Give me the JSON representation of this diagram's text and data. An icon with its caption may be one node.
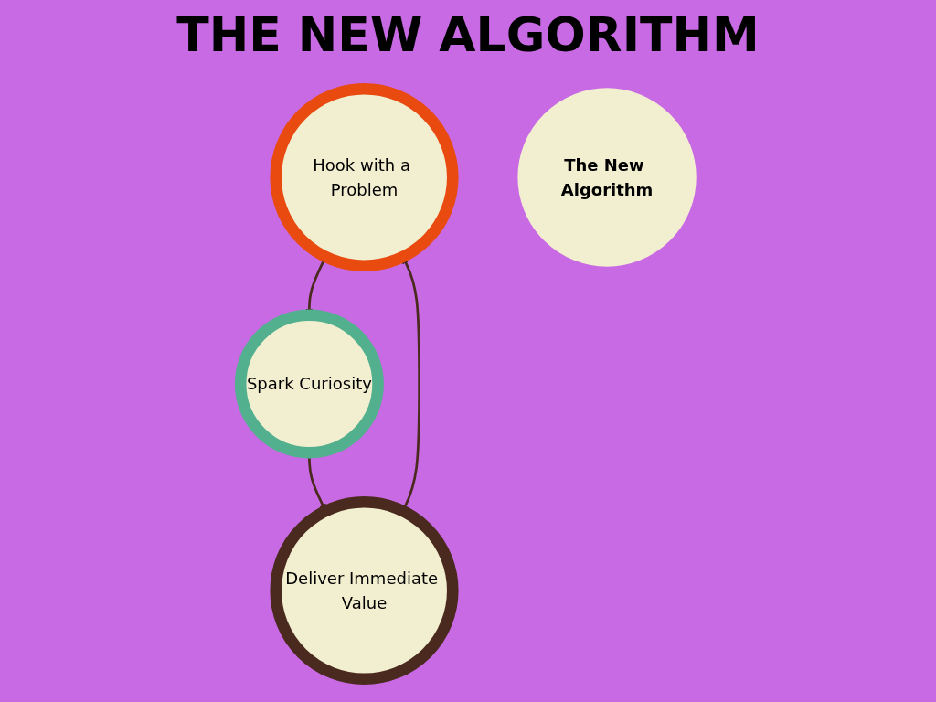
{
  "diagram": {
    "title": "THE NEW ALGORITHM",
    "nodes": [
      {
        "text": [
          "Hook with a Problem"
        ]
      },
      {
        "text": [
          "Spark Curiosity"
        ]
      },
      {
        "text": [
          "Deliver Immediate Value"
        ]
      },
      {
        "text": [
          "The New Algorithm"
        ]
      }
    ],
    "edges": [
      {
        "from": 0,
        "to": 1,
        "arrow": "to"
      },
      {
        "from": 1,
        "to": 2,
        "arrow": "to"
      },
      {
        "from": 2,
        "to": 0,
        "arrow": "to"
      }
    ]
  }
}
